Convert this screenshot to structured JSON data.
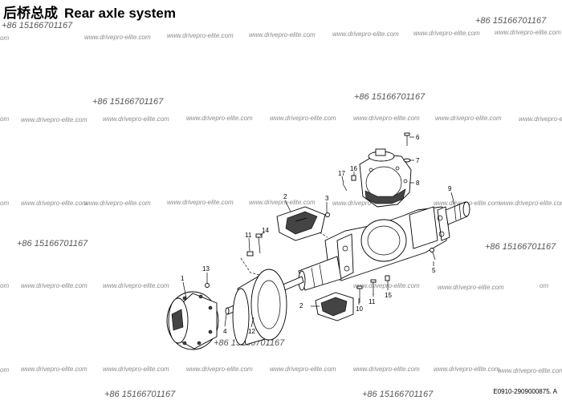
{
  "title": {
    "cn": "后桥总成",
    "en": "Rear axle system"
  },
  "watermarks": {
    "phone": "+86 15166701167",
    "url": "www.drivepro-elite.com",
    "url_partial": "om"
  },
  "callouts": {
    "c1": "1",
    "c2": "2",
    "c2b": "2",
    "c3": "3",
    "c4": "4",
    "c5": "5",
    "c6": "6",
    "c7": "7",
    "c8": "8",
    "c9": "9",
    "c10": "10",
    "c11": "11",
    "c11b": "11",
    "c12": "12",
    "c13": "13",
    "c14": "14",
    "c15": "15",
    "c16": "16",
    "c17": "17"
  },
  "drawing_code": "E0910-2909000875. A"
}
